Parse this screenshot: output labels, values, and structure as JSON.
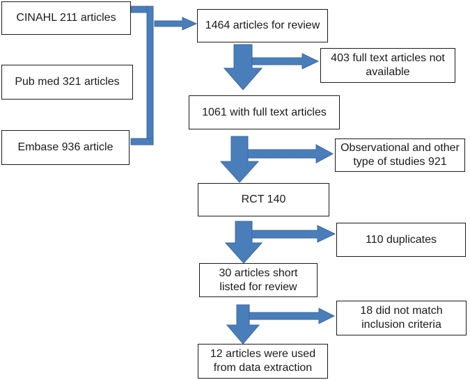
{
  "colors": {
    "arrow": "#4a7ebb",
    "arrow_edge": "#3a67a0",
    "border": "#1a1a1a"
  },
  "sources": {
    "cinahl": "CINAHL 211 articles",
    "pubmed": "Pub med 321 articles",
    "embase": "Embase 936 article"
  },
  "flow": {
    "review": "1464 articles for review",
    "full_text": "1061 with full text articles",
    "rct": "RCT 140",
    "short_listed": "30 articles short\nlisted for review",
    "used": "12 articles were used\nfrom data extraction"
  },
  "excluded": {
    "not_available": "403 full text articles not\navailable",
    "observational": "Observational and other\ntype of studies 921",
    "duplicates": "110 duplicates",
    "not_matching": "18 did not match\ninclusion criteria"
  }
}
